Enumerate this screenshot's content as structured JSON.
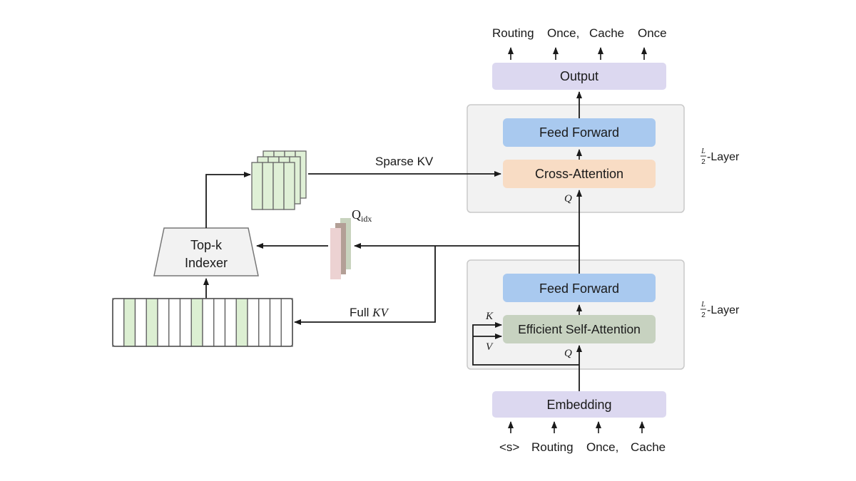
{
  "labels": {
    "output_tokens": [
      "Routing",
      "Once,",
      "Cache",
      "Once"
    ],
    "input_tokens": [
      "<s>",
      "Routing",
      "Once,",
      "Cache"
    ],
    "output": "Output",
    "feed_forward_top": "Feed Forward",
    "cross_attention": "Cross-Attention",
    "feed_forward_bottom": "Feed Forward",
    "self_attention": "Efficient Self-Attention",
    "embedding": "Embedding",
    "q_cross": "Q",
    "q_self": "Q",
    "k_self": "K",
    "v_self": "V",
    "layer_frac_num": "L",
    "layer_frac_den": "2",
    "layer_suffix": "-Layer",
    "sparse_kv": "Sparse KV",
    "full_kv_prefix": "Full ",
    "full_kv_suffix": "KV",
    "q_idx_main": "Q",
    "q_idx_sub": "idx",
    "indexer_line1": "Top-k",
    "indexer_line2": "Indexer"
  },
  "kv_cache": {
    "total_cells": 16,
    "selected_cells": [
      1,
      3,
      7,
      11
    ]
  },
  "colors": {
    "output": "#dcd8f0",
    "embedding": "#dcd8f0",
    "feed_forward": "#a9c9ef",
    "cross_attention": "#f8dcc4",
    "self_attention": "#c7d2c0",
    "layer_panel": "#f2f2f2",
    "selected_kv": "#dcefd2",
    "stack_cell": "#dff0d6",
    "q_idx_a": "#c8d3be",
    "q_idx_b": "#b39f96",
    "q_idx_c": "#ecd2d2"
  }
}
